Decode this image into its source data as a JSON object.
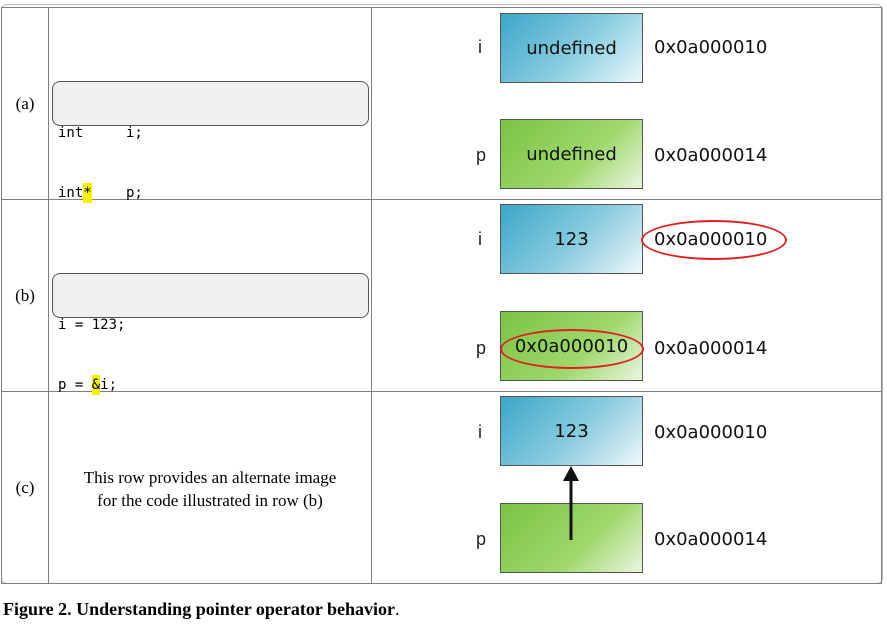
{
  "rows": [
    {
      "label": "(a)",
      "code": [
        {
          "type": "int",
          "star": "",
          "name": "i;"
        },
        {
          "type": "int",
          "star": "*",
          "name": "p;"
        }
      ],
      "i_value": "undefined",
      "p_value": "undefined",
      "i_address": "0x0a000010",
      "p_address": "0x0a000014"
    },
    {
      "label": "(b)",
      "code": [
        {
          "prefix": "i = 123;",
          "hl": "",
          "rest": ""
        },
        {
          "prefix": "p = ",
          "hl": "&",
          "rest": "i;"
        }
      ],
      "i_value": "123",
      "p_value": "0x0a000010",
      "i_address": "0x0a000010",
      "p_address": "0x0a000014"
    },
    {
      "label": "(c)",
      "note": [
        "This row provides an alternate image",
        "for the code illustrated in row (b)"
      ],
      "i_value": "123",
      "p_value": "",
      "i_address": "0x0a000010",
      "p_address": "0x0a000014"
    }
  ],
  "var_i": "i",
  "var_p": "p",
  "caption": {
    "bold": "Figure 2. Understanding pointer operator behavior",
    "tail": "."
  },
  "colors": {
    "i_cell": "#3ba7c8",
    "p_cell": "#7ac443",
    "highlight": "#f5f000",
    "circle": "#e02020"
  }
}
